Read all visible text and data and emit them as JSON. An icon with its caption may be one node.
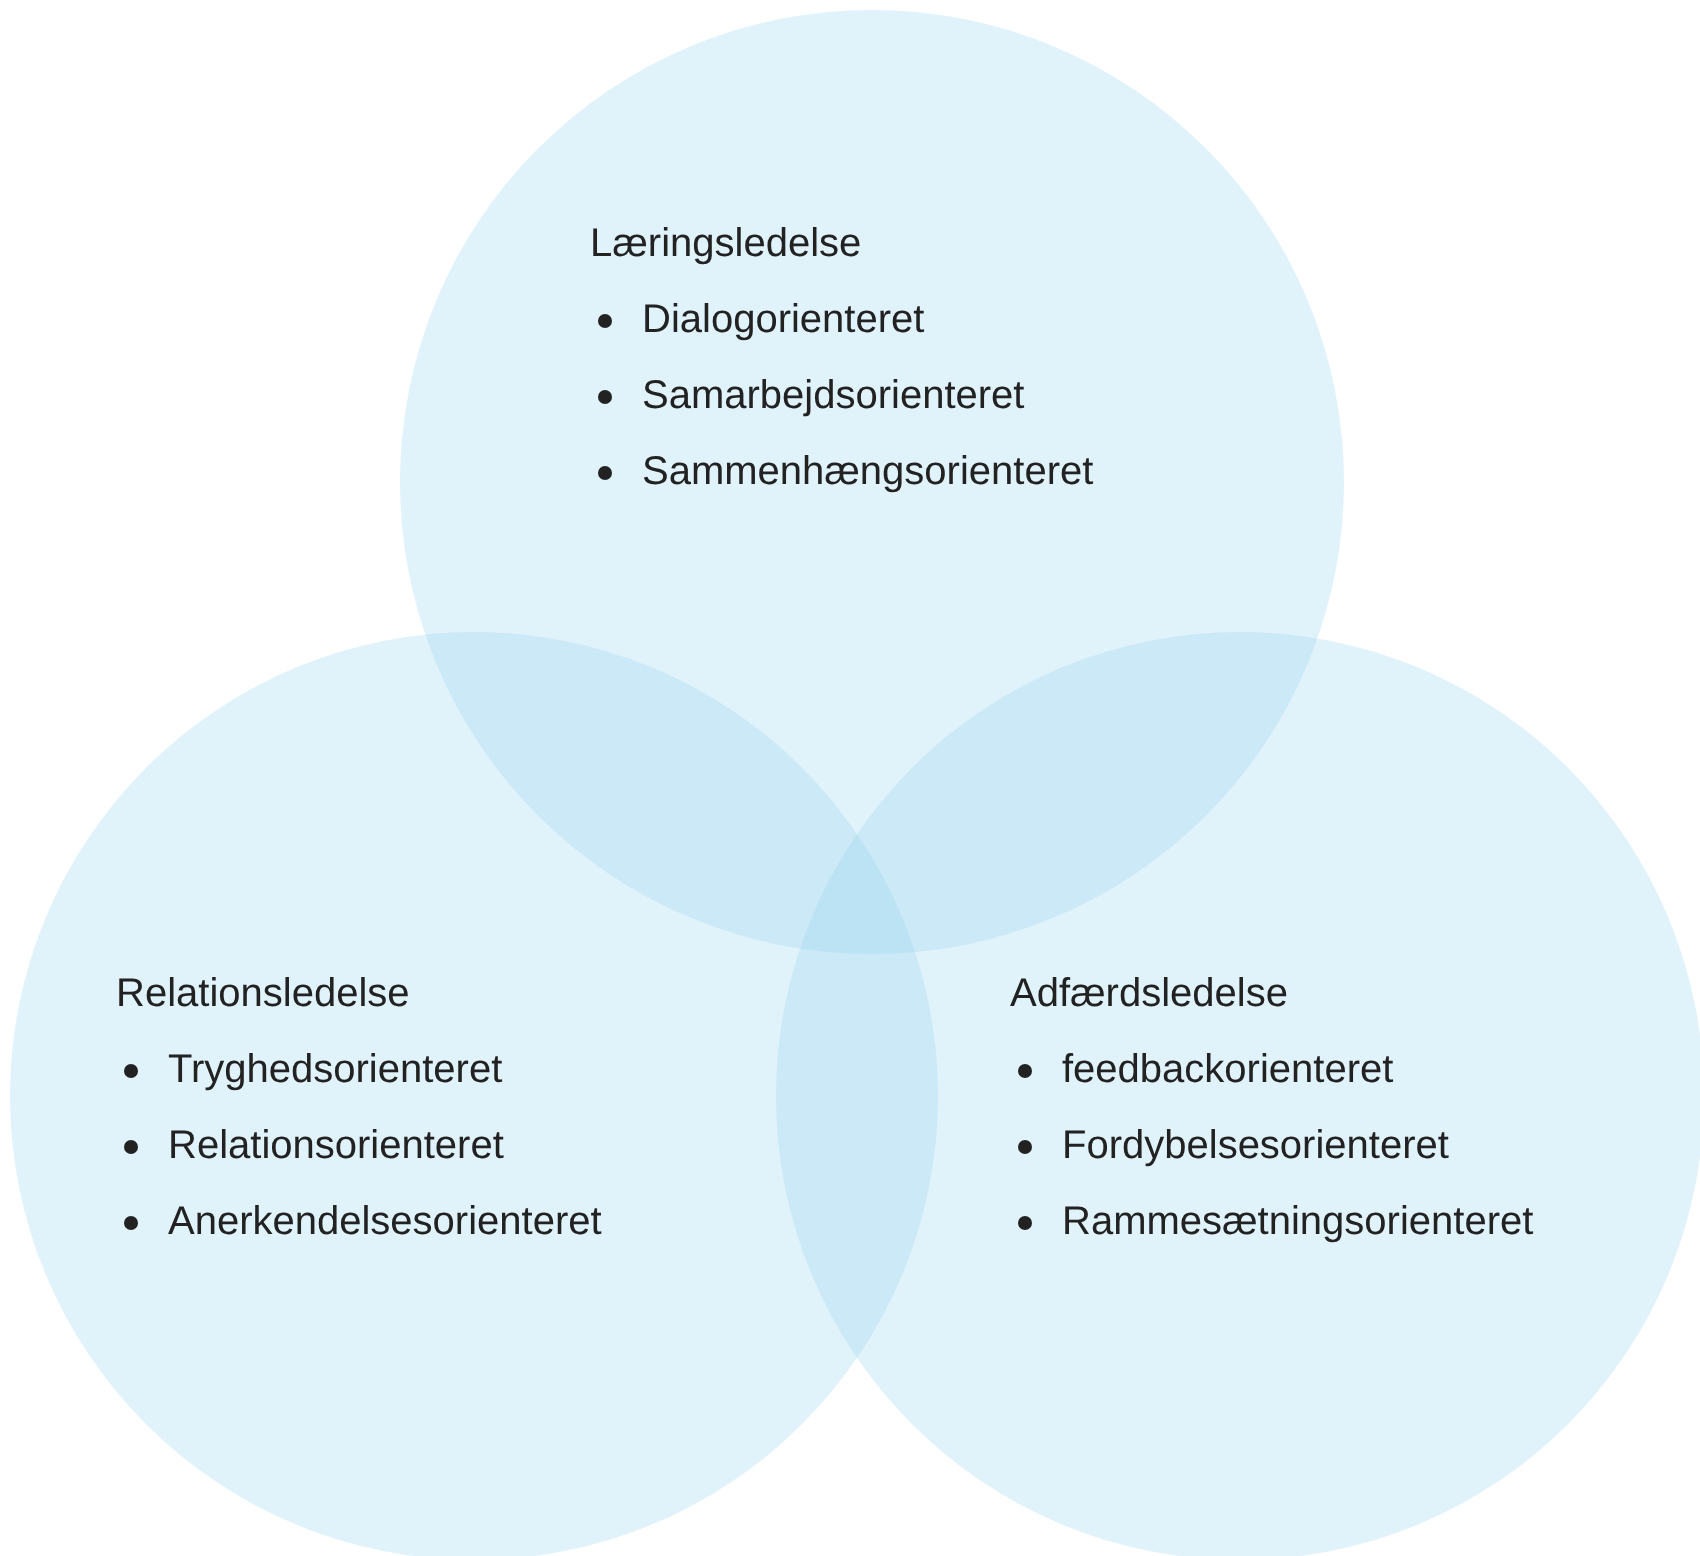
{
  "diagram": {
    "nodes": [
      {
        "text": [
          "Læringsledelse",
          "Dialogorienteret",
          "Samarbejdsorienteret",
          "Sammenhængsorienteret"
        ]
      },
      {
        "text": [
          "Relationsledelse",
          "Tryghedsorienteret",
          "Relationsorienteret",
          "Anerkendelsesorienteret"
        ]
      },
      {
        "text": [
          "Adfærdsledelse",
          "feedbackorienteret",
          "Fordybelsesorienteret",
          "Rammesætningsorienteret"
        ]
      }
    ],
    "edges": []
  }
}
